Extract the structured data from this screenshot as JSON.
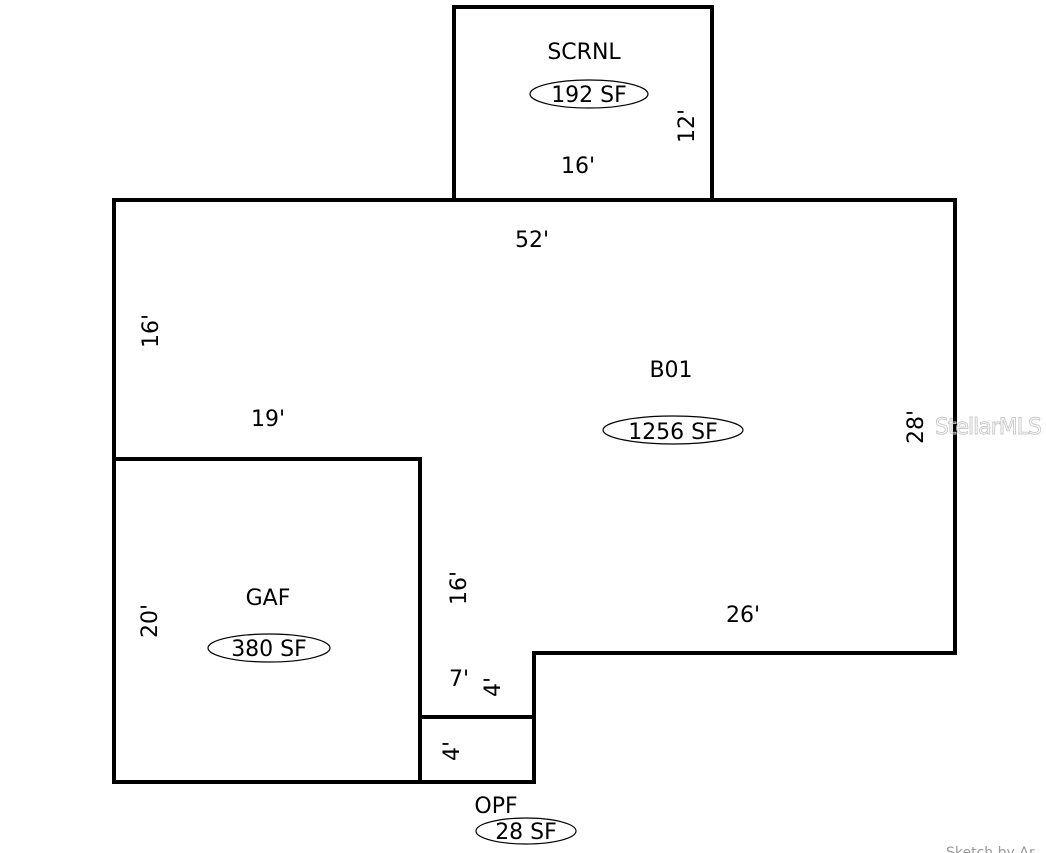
{
  "rooms": {
    "screened": {
      "code": "SCRNL",
      "area": "192 SF"
    },
    "main": {
      "code": "B01",
      "area": "1256 SF"
    },
    "garage": {
      "code": "GAF",
      "area": "380 SF"
    },
    "porch": {
      "code": "OPF",
      "area": "28 SF"
    }
  },
  "dimensions": {
    "scrnl_width": "16'",
    "scrnl_depth": "12'",
    "main_top": "52'",
    "main_left": "16'",
    "main_right": "28'",
    "main_bottom": "26'",
    "garage_top": "19'",
    "garage_inner": "16'",
    "garage_left": "20'",
    "porch_top": "7'",
    "porch_step": "4'",
    "porch_left": "4'"
  },
  "watermark": "StellarMLS",
  "credit": "Sketch by Ar"
}
